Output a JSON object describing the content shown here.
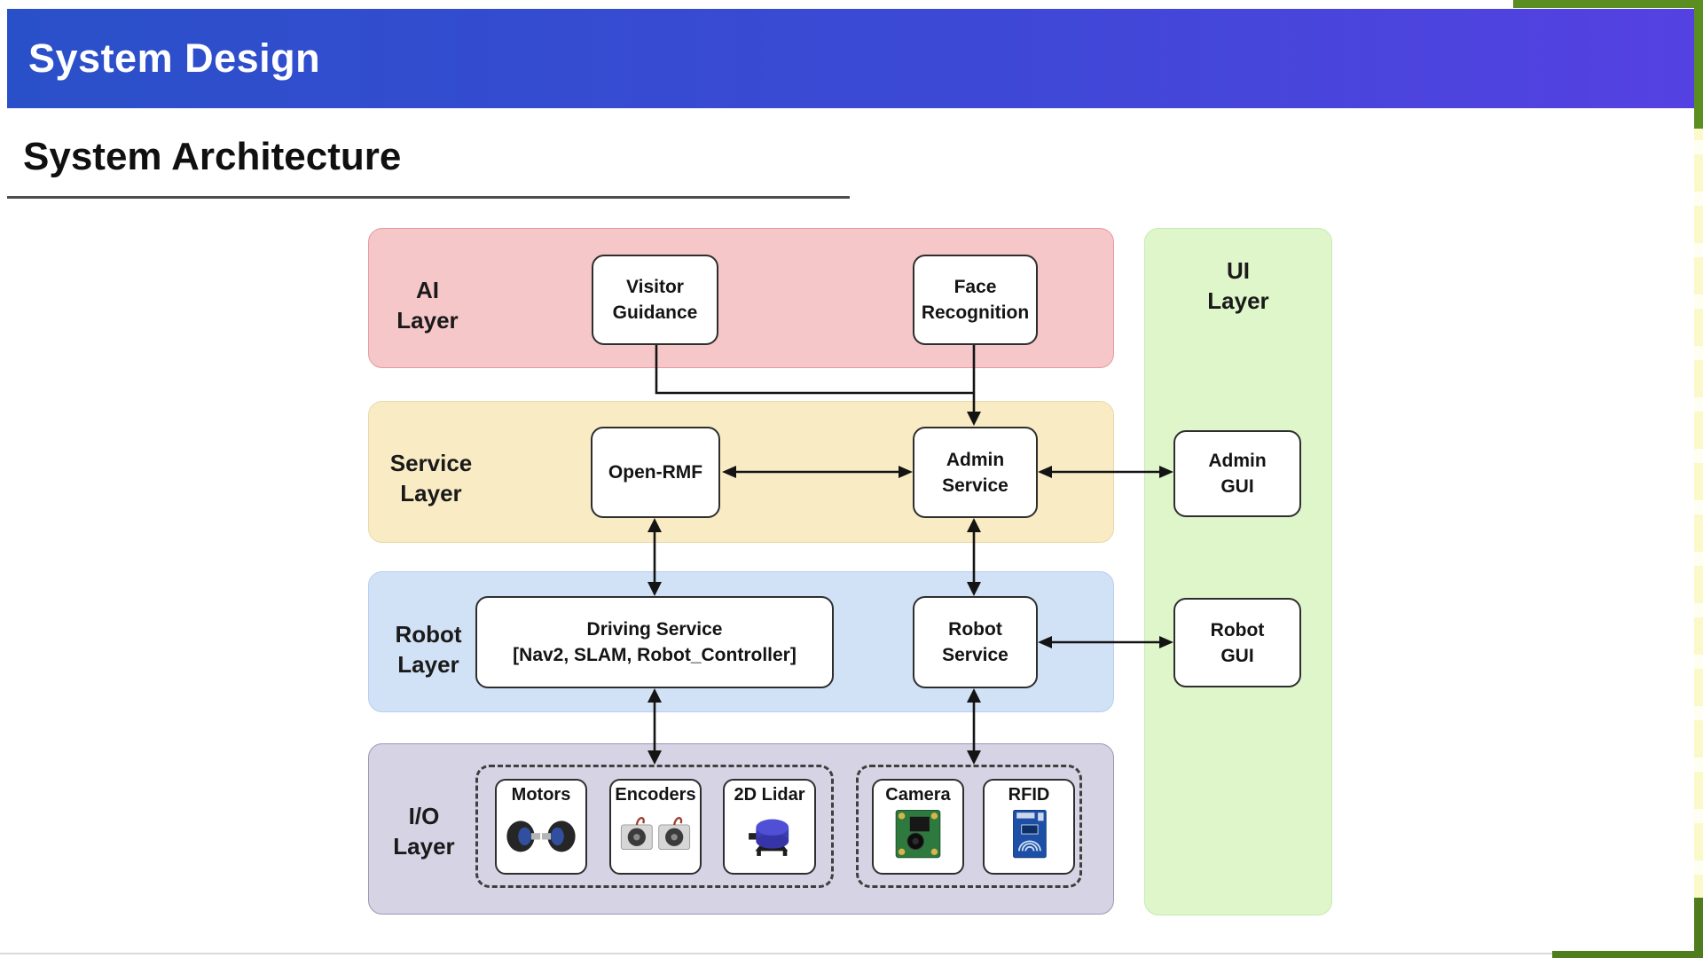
{
  "slide": {
    "title": "System Design",
    "heading": "System Architecture"
  },
  "layers": {
    "ai": {
      "lines": [
        "AI",
        "Layer"
      ]
    },
    "service": {
      "lines": [
        "Service",
        "Layer"
      ]
    },
    "robot": {
      "lines": [
        "Robot",
        "Layer"
      ]
    },
    "io": {
      "lines": [
        "I/O",
        "Layer"
      ]
    },
    "ui": {
      "lines": [
        "UI",
        "Layer"
      ]
    }
  },
  "nodes": {
    "visitor_guidance": {
      "lines": [
        "Visitor",
        "Guidance"
      ]
    },
    "face_recognition": {
      "lines": [
        "Face",
        "Recognition"
      ]
    },
    "open_rmf": {
      "lines": [
        "Open-RMF"
      ]
    },
    "admin_service": {
      "lines": [
        "Admin",
        "Service"
      ]
    },
    "admin_gui": {
      "lines": [
        "Admin",
        "GUI"
      ]
    },
    "driving_service": {
      "lines": [
        "Driving Service",
        "[Nav2, SLAM, Robot_Controller]"
      ]
    },
    "robot_service": {
      "lines": [
        "Robot",
        "Service"
      ]
    },
    "robot_gui": {
      "lines": [
        "Robot",
        "GUI"
      ]
    }
  },
  "components": {
    "motors": {
      "label": "Motors"
    },
    "encoders": {
      "label": "Encoders"
    },
    "lidar": {
      "label": "2D Lidar"
    },
    "camera": {
      "label": "Camera"
    },
    "rfid": {
      "label": "RFID"
    }
  },
  "colors": {
    "titlebar_left": "#2a50c9",
    "titlebar_right": "#5541e2",
    "band_ai": "#f6c7c9",
    "band_service": "#f9ecc5",
    "band_robot": "#d1e1f6",
    "band_io": "#d6d3e4",
    "band_ui": "#def6ca",
    "frame_green": "#5a8e20",
    "frame_yellow": "#fbf9c9",
    "arrow": "#141414"
  }
}
